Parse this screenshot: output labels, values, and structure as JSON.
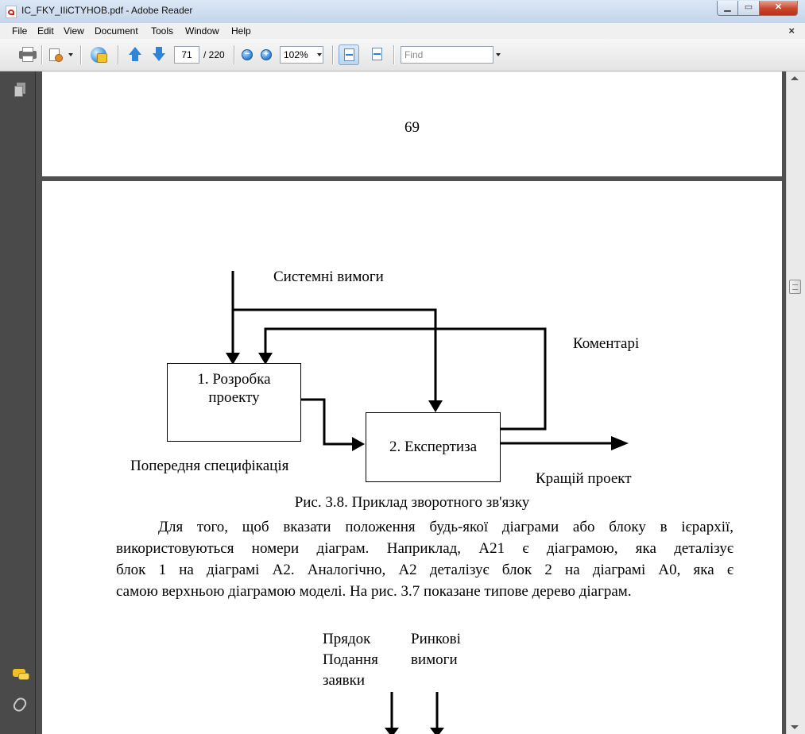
{
  "window": {
    "title": "IC_FKY_IIiCTYHOB.pdf - Adobe Reader"
  },
  "menu": {
    "items": [
      "File",
      "Edit",
      "View",
      "Document",
      "Tools",
      "Window",
      "Help"
    ],
    "close_glyph": "×"
  },
  "toolbar": {
    "page_current": "71",
    "page_total": "/ 220",
    "zoom": "102%",
    "find_placeholder": "Find"
  },
  "document": {
    "page_number": "69",
    "diagram": {
      "label_system_requirements": "Системні вимоги",
      "label_comments": "Коментарі",
      "box1_line1": "1. Розробка",
      "box1_line2": "проекту",
      "box2": "2. Експертиза",
      "label_preliminary_spec": "Попередня специфікація",
      "label_best_project": "Кращій проект"
    },
    "caption": "Рис. 3.8. Приклад зворотного зв'язку",
    "paragraph_lines": [
      "Для того, щоб вказати положення будь-якої діаграми або блоку в ієрархії,",
      "використовуються номери діаграм. Наприклад, А21 є діаграмою, яка деталізує",
      "блок 1 на діаграмі А2. Аналогічно, А2 деталізує блок 2 на діаграмі А0, яка є",
      "самою верхньою діаграмою моделі. На рис. 3.7 показане типове дерево діаграм."
    ],
    "diagram2": {
      "left_line1": "Прядок",
      "left_line2": "Подання",
      "left_line3": "заявки",
      "right_line1": "Ринкові",
      "right_line2": "вимоги"
    }
  }
}
